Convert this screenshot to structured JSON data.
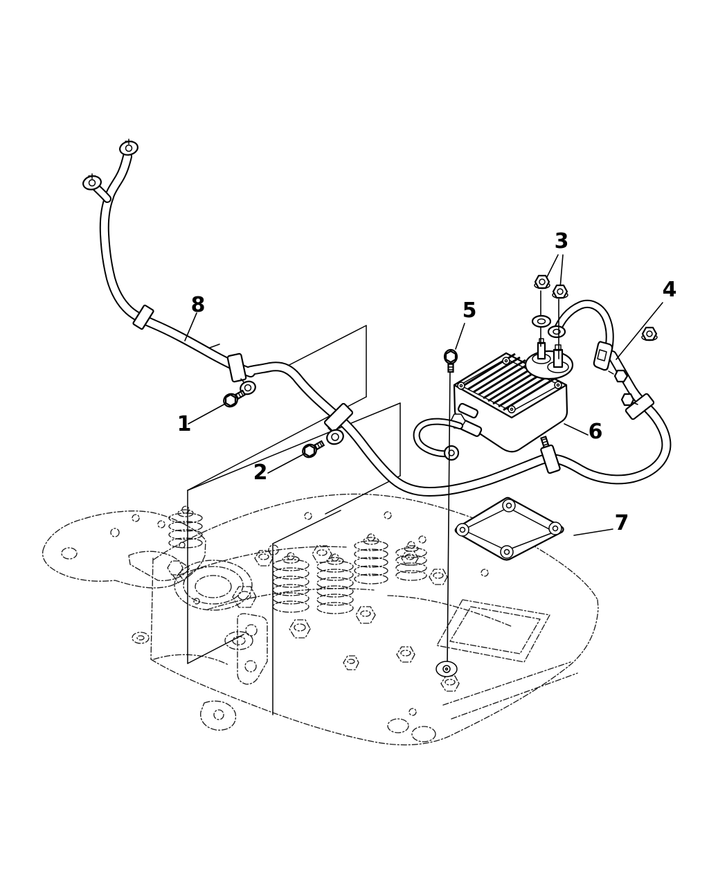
{
  "diagram": {
    "background": "#ffffff",
    "line_color": "#000000",
    "callouts": [
      {
        "label": "1"
      },
      {
        "label": "2"
      },
      {
        "label": "3"
      },
      {
        "label": "4"
      },
      {
        "label": "5"
      },
      {
        "label": "6"
      },
      {
        "label": "7"
      },
      {
        "label": "8"
      }
    ]
  }
}
